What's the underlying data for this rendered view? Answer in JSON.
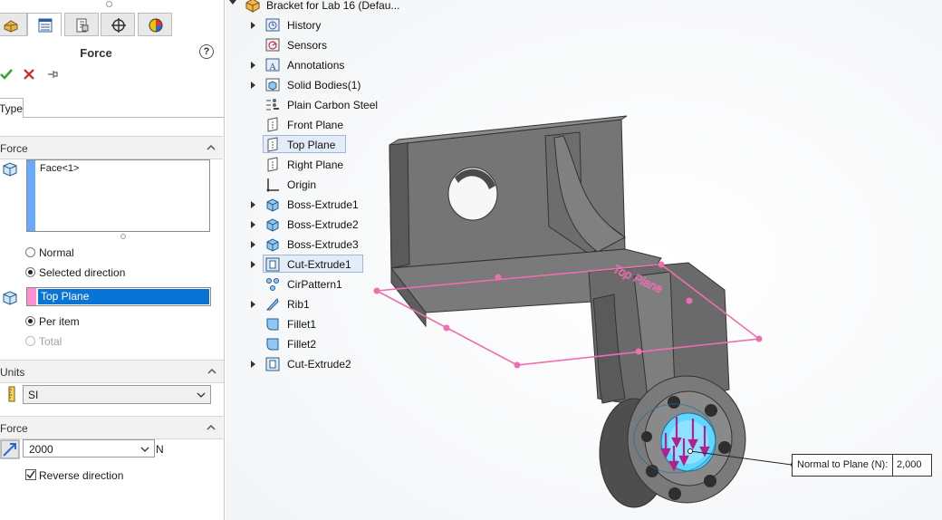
{
  "property_manager": {
    "tabs": [
      "feature-manager",
      "property-manager",
      "configuration-manager",
      "dimxpert-manager",
      "display-manager"
    ],
    "title": "Force",
    "help_label": "?",
    "type_tab": "Type",
    "force_group": {
      "header": "Force",
      "selection": "Face<1>",
      "option_normal": "Normal",
      "option_selected_direction": "Selected direction",
      "direction_reference": "Top Plane",
      "option_per_item": "Per item",
      "option_total": "Total"
    },
    "units_group": {
      "header": "Units",
      "selected": "SI"
    },
    "force_value_group": {
      "header": "Force",
      "value": "2000",
      "unit": "N",
      "reverse_label": "Reverse direction",
      "reverse_checked": true
    }
  },
  "feature_tree": {
    "root": "Bracket for Lab 16  (Defau...",
    "items": [
      {
        "label": "History",
        "expandable": true,
        "icon": "history-icon"
      },
      {
        "label": "Sensors",
        "expandable": false,
        "icon": "sensors-icon"
      },
      {
        "label": "Annotations",
        "expandable": true,
        "icon": "annotations-icon"
      },
      {
        "label": "Solid Bodies(1)",
        "expandable": true,
        "icon": "solid-bodies-icon"
      },
      {
        "label": "Plain Carbon Steel",
        "expandable": false,
        "icon": "material-icon"
      },
      {
        "label": "Front Plane",
        "expandable": false,
        "icon": "plane-icon"
      },
      {
        "label": "Top Plane",
        "expandable": false,
        "icon": "plane-icon",
        "highlighted": true
      },
      {
        "label": "Right Plane",
        "expandable": false,
        "icon": "plane-icon"
      },
      {
        "label": "Origin",
        "expandable": false,
        "icon": "origin-icon"
      },
      {
        "label": "Boss-Extrude1",
        "expandable": true,
        "icon": "extrude-icon"
      },
      {
        "label": "Boss-Extrude2",
        "expandable": true,
        "icon": "extrude-icon"
      },
      {
        "label": "Boss-Extrude3",
        "expandable": true,
        "icon": "extrude-icon"
      },
      {
        "label": "Cut-Extrude1",
        "expandable": true,
        "icon": "cut-extrude-icon",
        "highlighted": true
      },
      {
        "label": "CirPattern1",
        "expandable": false,
        "icon": "circular-pattern-icon"
      },
      {
        "label": "Rib1",
        "expandable": true,
        "icon": "rib-icon"
      },
      {
        "label": "Fillet1",
        "expandable": false,
        "icon": "fillet-icon"
      },
      {
        "label": "Fillet2",
        "expandable": false,
        "icon": "fillet-icon"
      },
      {
        "label": "Cut-Extrude2",
        "expandable": true,
        "icon": "cut-extrude-icon"
      }
    ]
  },
  "viewport": {
    "plane_label": "Top Plane",
    "callout_label": "Normal to Plane (N):",
    "callout_value": "2,000",
    "colors": {
      "part": "#6f6f6f",
      "plane": "#ee6fb0",
      "force_arrows": "#b0208e",
      "selected_face": "#5fd8ff"
    }
  }
}
